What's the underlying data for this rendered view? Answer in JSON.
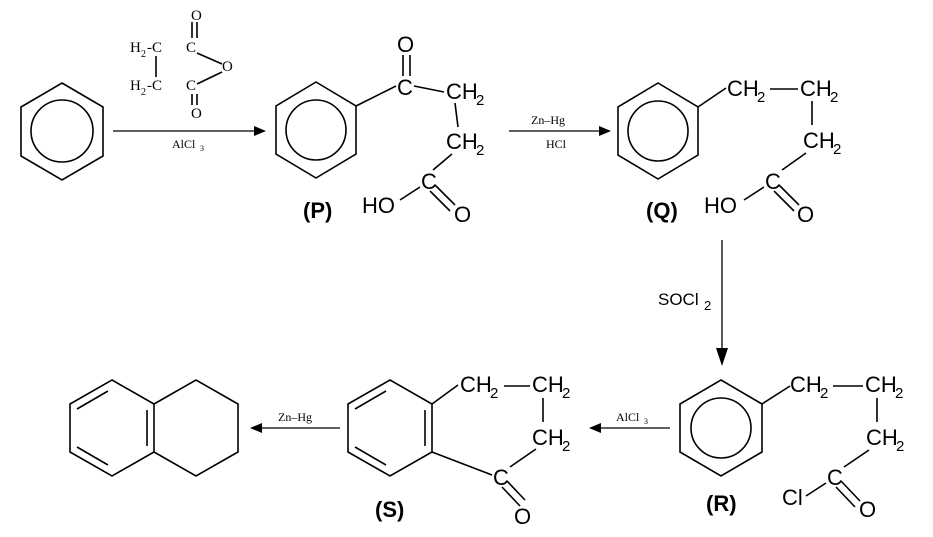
{
  "atoms": {
    "ch2": "CH",
    "sub2": "2",
    "carbon": "C",
    "oxygen": "O",
    "hydroxyl": "HO",
    "chlorine": "Cl",
    "h2": "H",
    "c_dash_left": "-C",
    "c_dash_right": "C-"
  },
  "labels": {
    "p": "(P)",
    "q": "(Q)",
    "r": "(R)",
    "s": "(S)"
  },
  "reagents": {
    "alcl3_main": "AlCl",
    "alcl3_sub": "3",
    "zn_hg": "Zn–Hg",
    "hcl": "HCl",
    "socl_main": "SOCl",
    "socl_sub": "2"
  }
}
